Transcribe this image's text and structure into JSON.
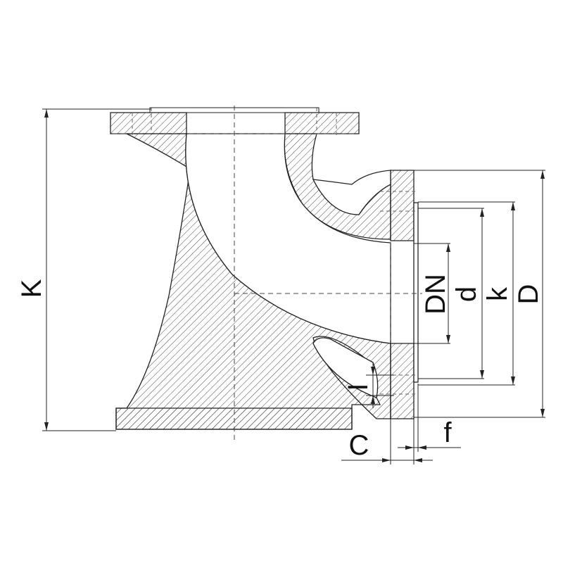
{
  "drawing": {
    "title": "",
    "labels": {
      "K": "K",
      "DN": "DN",
      "d": "d",
      "k": "k",
      "D": "D",
      "I": "I",
      "C": "C",
      "f": "f"
    },
    "colors": {
      "line": "#222222",
      "hatch": "#333333",
      "background": "#ffffff"
    }
  }
}
